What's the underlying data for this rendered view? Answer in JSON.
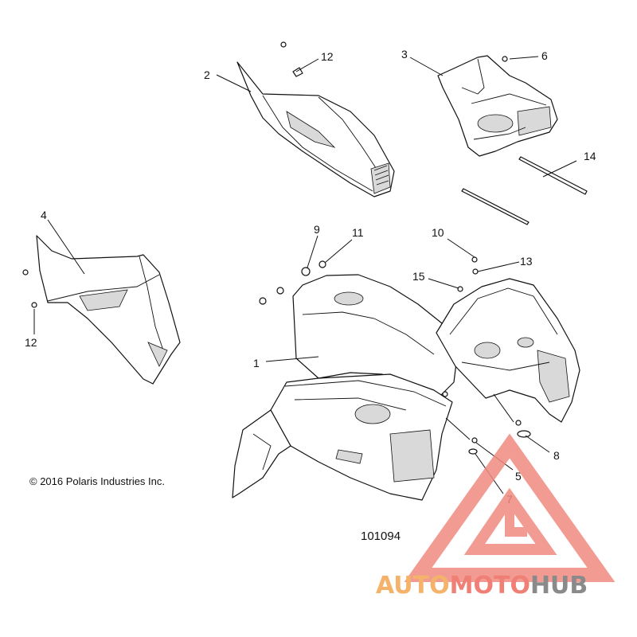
{
  "diagram": {
    "callouts": [
      "1",
      "2",
      "3",
      "4",
      "5",
      "6",
      "7",
      "8",
      "9",
      "10",
      "11",
      "12",
      "12",
      "13",
      "14",
      "15"
    ],
    "copyright": "© 2016 Polaris Industries Inc.",
    "figure_number": "101094"
  },
  "watermark": {
    "part1": "AUTO",
    "part2": "MOTO",
    "part3": "HUB",
    "colors": {
      "auto": "#f5b26b",
      "moto": "#f07f76",
      "hub": "#8a8a8a",
      "triangle": "#f08a80"
    }
  }
}
